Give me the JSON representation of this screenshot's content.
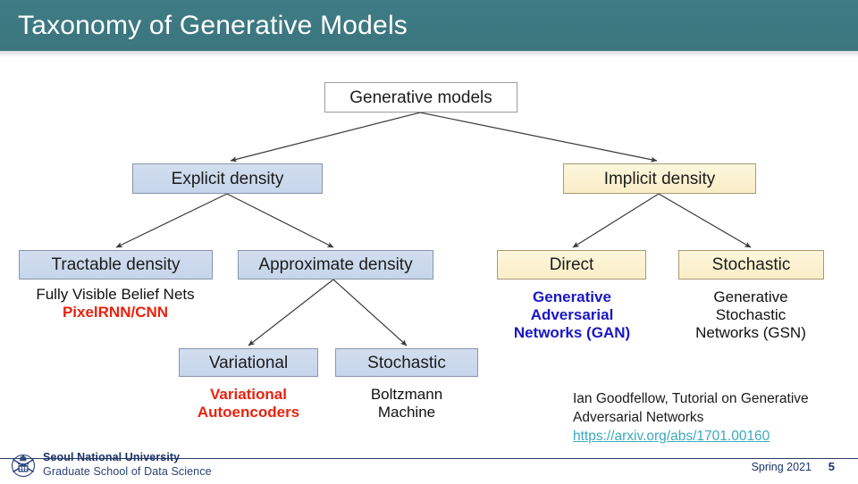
{
  "slide": {
    "title": "Taxonomy of Generative Models",
    "title_bar_color": "#3d7b84"
  },
  "diagram": {
    "nodes": [
      {
        "id": "root",
        "label": "Generative models",
        "style": "white"
      },
      {
        "id": "explicit",
        "label": "Explicit density",
        "style": "blue"
      },
      {
        "id": "implicit",
        "label": "Implicit density",
        "style": "yellow"
      },
      {
        "id": "tractable",
        "label": "Tractable density",
        "style": "blue"
      },
      {
        "id": "approximate",
        "label": "Approximate density",
        "style": "blue"
      },
      {
        "id": "direct",
        "label": "Direct",
        "style": "yellow"
      },
      {
        "id": "stochastic1",
        "label": "Stochastic",
        "style": "yellow"
      },
      {
        "id": "variational",
        "label": "Variational",
        "style": "blue"
      },
      {
        "id": "stochastic2",
        "label": "Stochastic",
        "style": "blue"
      }
    ],
    "edges": [
      {
        "from": "root",
        "to": "explicit"
      },
      {
        "from": "root",
        "to": "implicit"
      },
      {
        "from": "explicit",
        "to": "tractable"
      },
      {
        "from": "explicit",
        "to": "approximate"
      },
      {
        "from": "implicit",
        "to": "direct"
      },
      {
        "from": "implicit",
        "to": "stochastic1"
      },
      {
        "from": "approximate",
        "to": "variational"
      },
      {
        "from": "approximate",
        "to": "stochastic2"
      }
    ],
    "captions": {
      "tractable": {
        "line1": "Fully Visible Belief Nets",
        "line2": "PixelRNN/CNN",
        "line2_color": "#e8220e"
      },
      "direct": {
        "line1": "Generative",
        "line2": "Adversarial",
        "line3": "Networks (GAN)",
        "color": "#1917c4"
      },
      "stochastic1": {
        "line1": "Generative",
        "line2": "Stochastic",
        "line3": "Networks (GSN)",
        "color": "#111111"
      },
      "variational": {
        "line1": "Variational",
        "line2": "Autoencoders",
        "color": "#e8220e"
      },
      "stochastic2": {
        "line1": "Boltzmann",
        "line2": "Machine",
        "color": "#111111"
      }
    }
  },
  "reference": {
    "line1": "Ian Goodfellow, Tutorial on Generative",
    "line2": "Adversarial Networks",
    "link": "https://arxiv.org/abs/1701.00160",
    "link_color": "#3aa9bd"
  },
  "footer": {
    "university": "Seoul National University",
    "school": "Graduate School of Data Science",
    "term": "Spring 2021",
    "page_number": "5",
    "brand_color": "#1b3468"
  }
}
